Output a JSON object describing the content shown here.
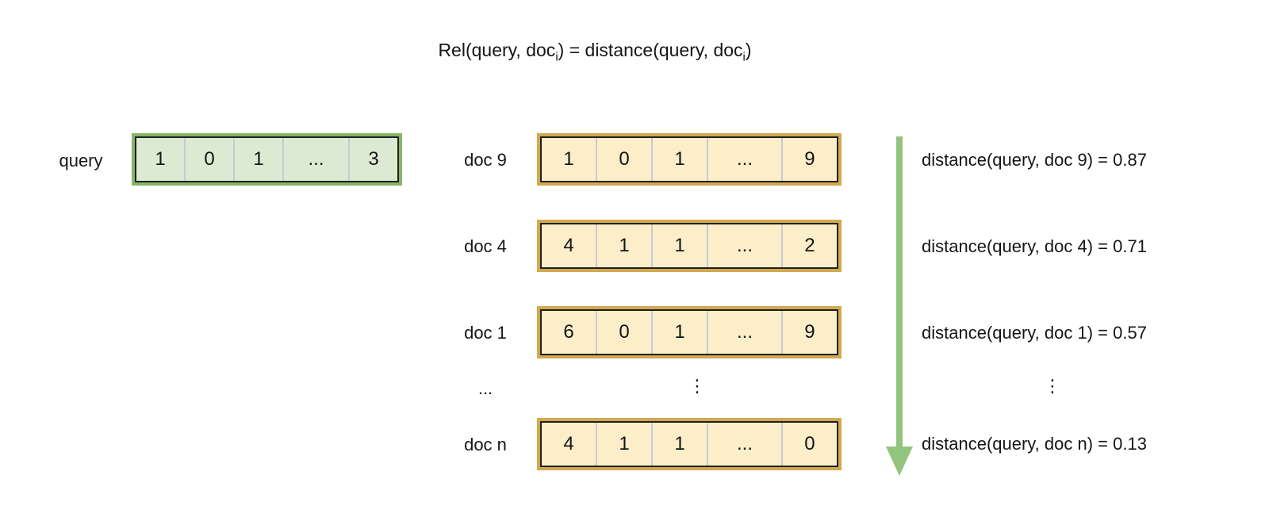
{
  "title": {
    "part1": "Rel(query, doc",
    "sub1": "i",
    "part2": ") = distance(query, doc",
    "sub2": "i",
    "part3": ")"
  },
  "query": {
    "label": "query",
    "cells": [
      "1",
      "0",
      "1",
      "...",
      "3"
    ]
  },
  "docs": [
    {
      "label": "doc 9",
      "cells": [
        "1",
        "0",
        "1",
        "...",
        "9"
      ],
      "distance_label": "distance(query, doc 9) = 0.87"
    },
    {
      "label": "doc 4",
      "cells": [
        "4",
        "1",
        "1",
        "...",
        "2"
      ],
      "distance_label": "distance(query, doc 4) = 0.71"
    },
    {
      "label": "doc 1",
      "cells": [
        "6",
        "0",
        "1",
        "...",
        "9"
      ],
      "distance_label": "distance(query, doc 1) = 0.57"
    },
    {
      "label": "doc n",
      "cells": [
        "4",
        "1",
        "1",
        "...",
        "0"
      ],
      "distance_label": "distance(query, doc n) = 0.13"
    }
  ],
  "ellipsis_row": {
    "label_dots": "...",
    "vector_dots": "⋮",
    "distance_dots": "⋮"
  },
  "colors": {
    "query_border": "#85b565",
    "query_fill": "#dcead3",
    "doc_border": "#d2a94f",
    "doc_fill": "#fdeeca",
    "inner_border": "#1f1f1f",
    "arrow_green": "#93c47d",
    "background": "#ffffff"
  }
}
